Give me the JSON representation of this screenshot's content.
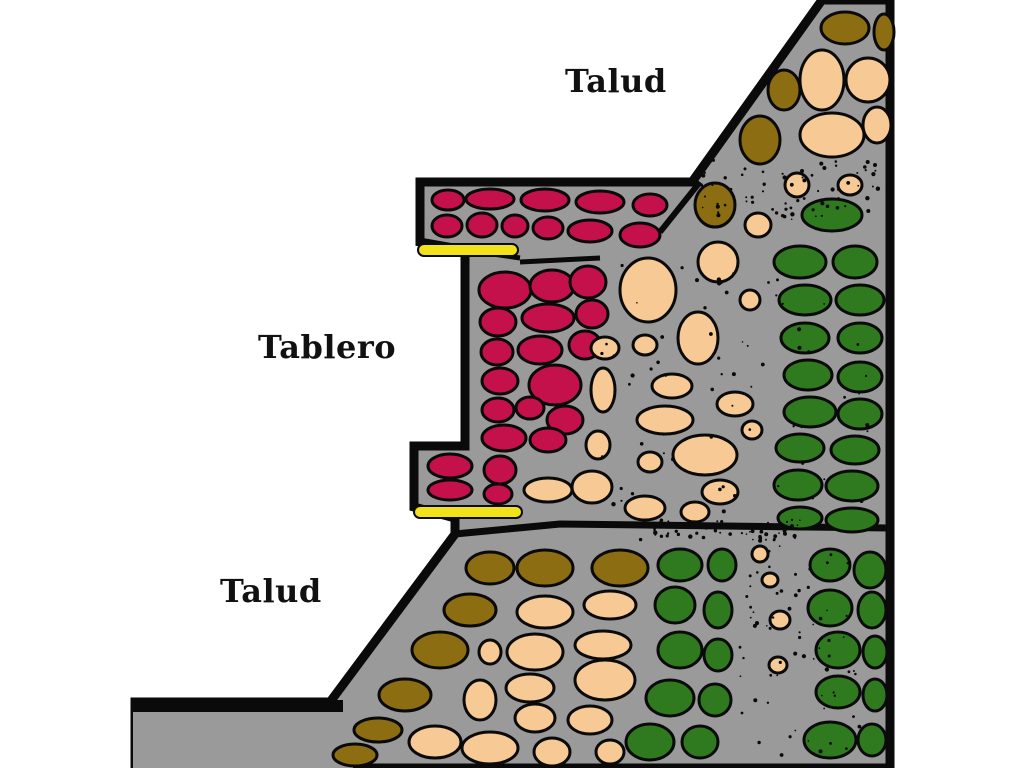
{
  "labels": {
    "talud_top": "Talud",
    "tablero": "Tablero",
    "talud_bottom": "Talud"
  },
  "colors": {
    "background": "#ffffff",
    "fill": "#9a9a9a",
    "outline": "#0a0a0a",
    "facing_stone": "#8c6d12",
    "rubble_stone": "#f6c995",
    "tablero_stone": "#c4114c",
    "core_stone": "#2f7a1f",
    "slab": "#f2e21a"
  }
}
